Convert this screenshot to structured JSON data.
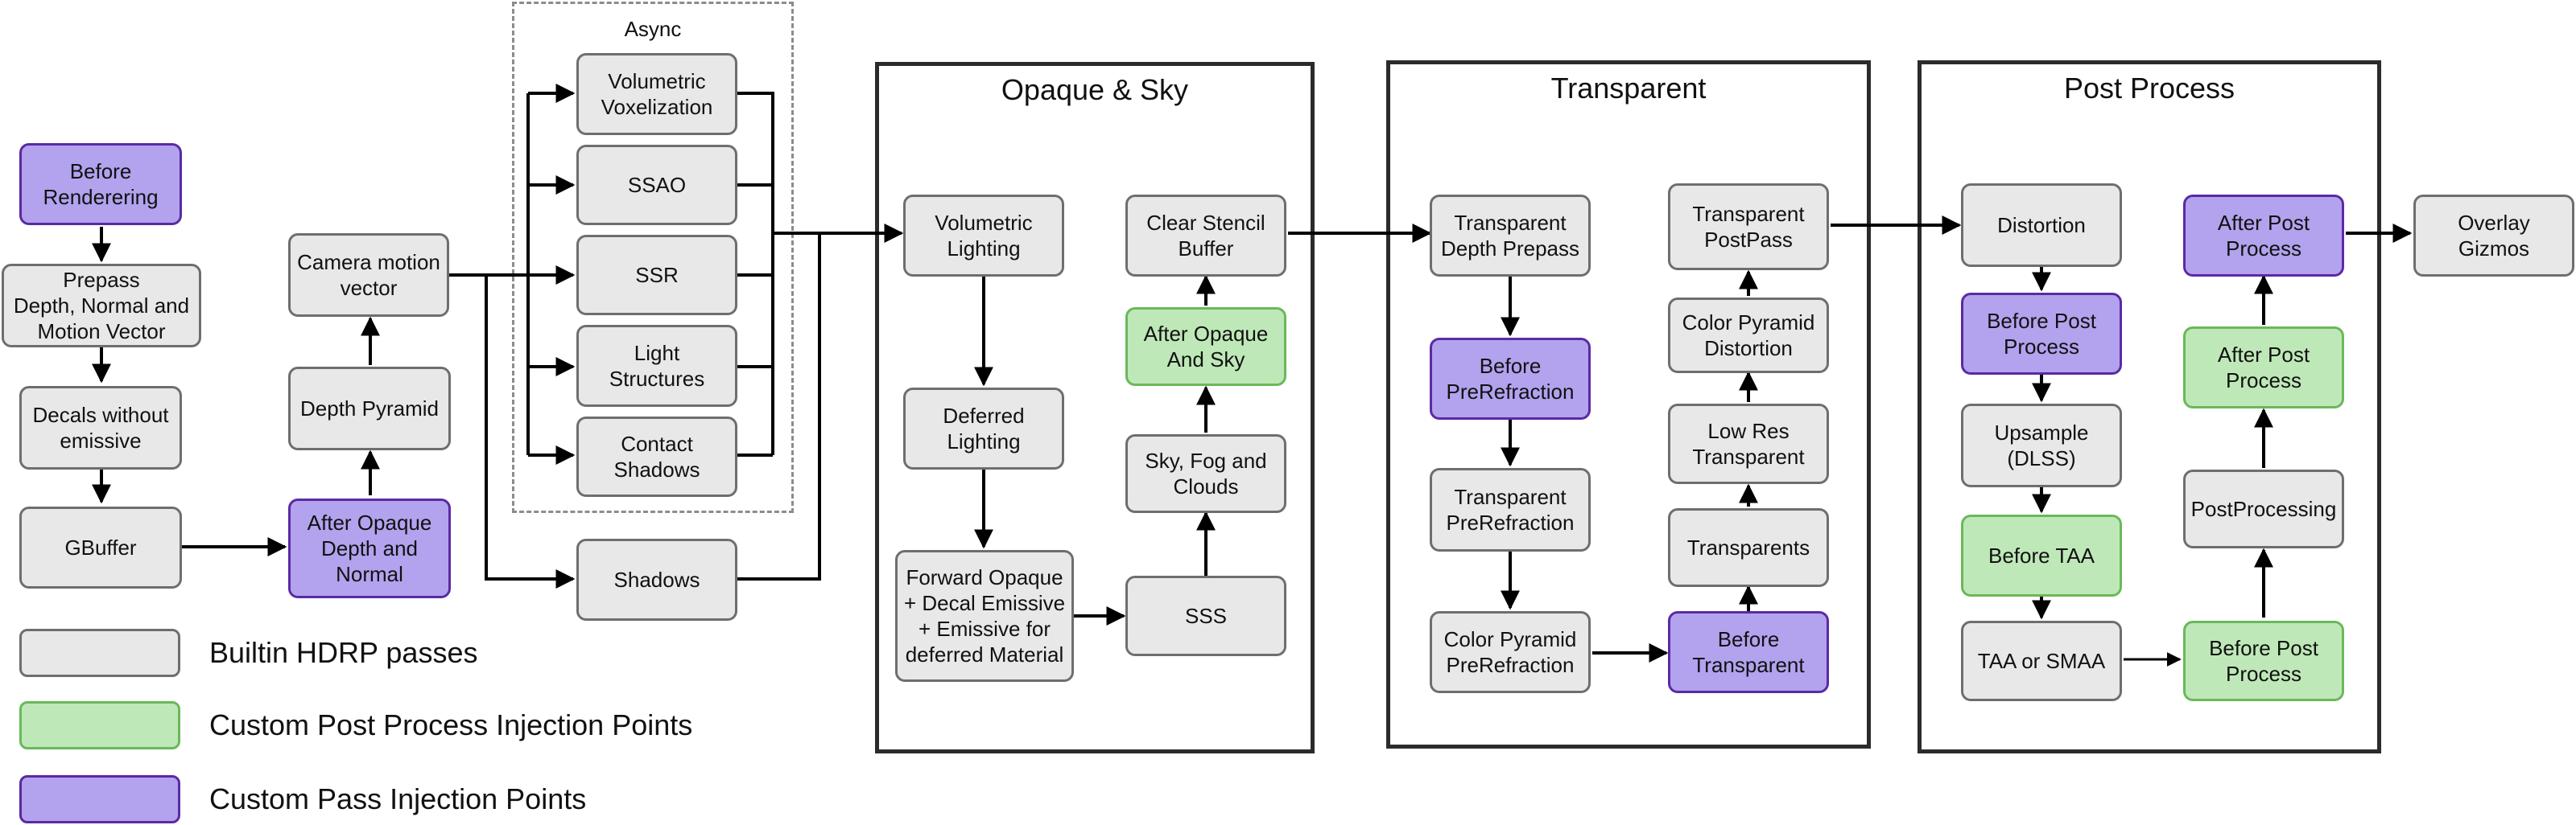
{
  "colors": {
    "builtin_fill": "#e8e8e8",
    "builtin_border": "#6e6e6e",
    "custom_pp_fill": "#bfe8b8",
    "custom_pp_border": "#6ab85a",
    "custom_pass_fill": "#b3a2ee",
    "custom_pass_border": "#5b2aa3",
    "line": "#000000"
  },
  "groups": {
    "async": "Async",
    "opaque_sky": "Opaque & Sky",
    "transparent": "Transparent",
    "post_process": "Post Process"
  },
  "nodes": {
    "before_rendering": "Before\nRenderering",
    "prepass": "Prepass\nDepth, Normal and\nMotion Vector",
    "decals": "Decals without\nemissive",
    "gbuffer": "GBuffer",
    "after_opaque_depth": "After Opaque\nDepth and\nNormal",
    "depth_pyramid": "Depth Pyramid",
    "camera_motion": "Camera motion\nvector",
    "vol_voxel": "Volumetric\nVoxelization",
    "ssao": "SSAO",
    "ssr": "SSR",
    "light_structures": "Light\nStructures",
    "contact_shadows": "Contact\nShadows",
    "shadows": "Shadows",
    "vol_lighting": "Volumetric\nLighting",
    "deferred_lighting": "Deferred\nLighting",
    "forward_opaque": "Forward Opaque\n+ Decal Emissive\n+ Emissive for\ndeferred Material",
    "sss": "SSS",
    "sky_fog": "Sky, Fog and\nClouds",
    "after_opaque_sky": "After Opaque\nAnd Sky",
    "clear_stencil": "Clear Stencil\nBuffer",
    "transparent_depth_prepass": "Transparent\nDepth Prepass",
    "before_prerefraction": "Before\nPreRefraction",
    "transparent_prerefraction": "Transparent\nPreRefraction",
    "color_pyramid_prerefraction": "Color Pyramid\nPreRefraction",
    "before_transparent": "Before\nTransparent",
    "transparents": "Transparents",
    "low_res_transparent": "Low Res\nTransparent",
    "color_pyramid_distortion": "Color Pyramid\nDistortion",
    "transparent_postpass": "Transparent\nPostPass",
    "distortion": "Distortion",
    "before_post_process_1": "Before Post\nProcess",
    "upsample": "Upsample\n(DLSS)",
    "before_taa": "Before TAA",
    "taa_smaa": "TAA or SMAA",
    "before_post_process_2": "Before Post\nProcess",
    "postprocessing": "PostProcessing",
    "after_post_process_green": "After Post\nProcess",
    "after_post_process_purple": "After Post\nProcess",
    "overlay_gizmos": "Overlay\nGizmos"
  },
  "legend": {
    "builtin": "Builtin HDRP passes",
    "custom_post_process": "Custom Post Process Injection Points",
    "custom_pass": "Custom Pass Injection Points"
  }
}
